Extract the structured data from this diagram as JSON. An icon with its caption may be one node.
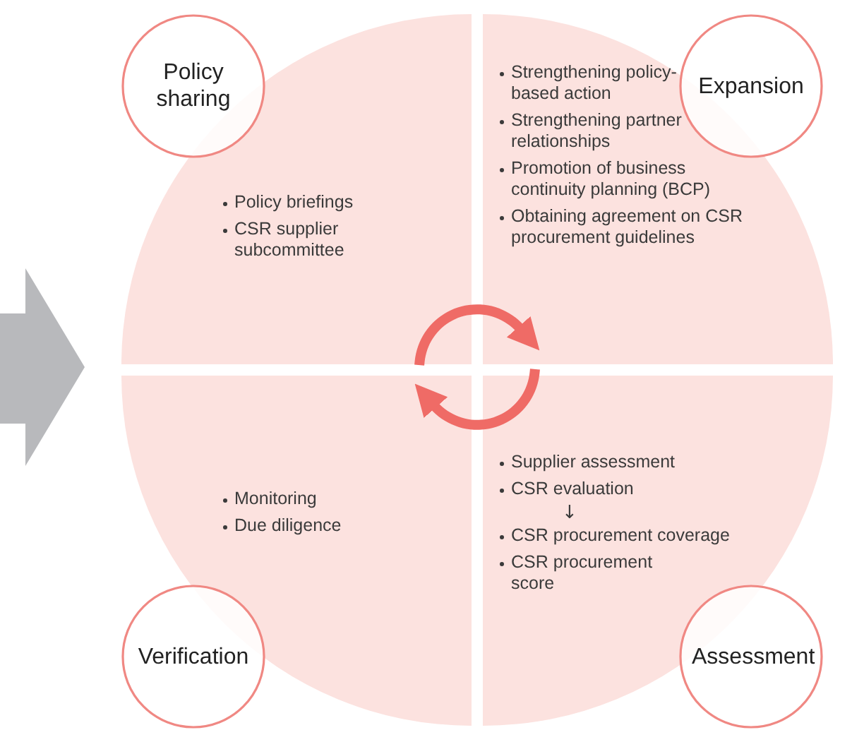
{
  "diagram": {
    "nodes": [
      {
        "text": [
          "Policy briefings",
          "CSR supplier subcommittee"
        ]
      },
      {
        "text": [
          "Strengthening policy-based action",
          "Strengthening partner relationships",
          "Promotion of business continuity planning (BCP)",
          "Obtaining agreement on CSR procurement guidelines"
        ]
      },
      {
        "text": [
          "Monitoring",
          "Due diligence"
        ]
      },
      {
        "text": [
          "Supplier assessment",
          "CSR evaluation",
          "CSR procurement coverage",
          "CSR procurement score"
        ]
      },
      {
        "text": [
          "Policy sharing"
        ]
      },
      {
        "text": [
          "Expansion"
        ]
      },
      {
        "text": [
          "Verification"
        ]
      },
      {
        "text": [
          "Assessment"
        ]
      }
    ],
    "edges": [
      {
        "from": 0,
        "to": 1,
        "arrow": "to"
      },
      {
        "from": 3,
        "to": 2,
        "arrow": "to"
      }
    ],
    "labels": [
      "↓"
    ]
  }
}
